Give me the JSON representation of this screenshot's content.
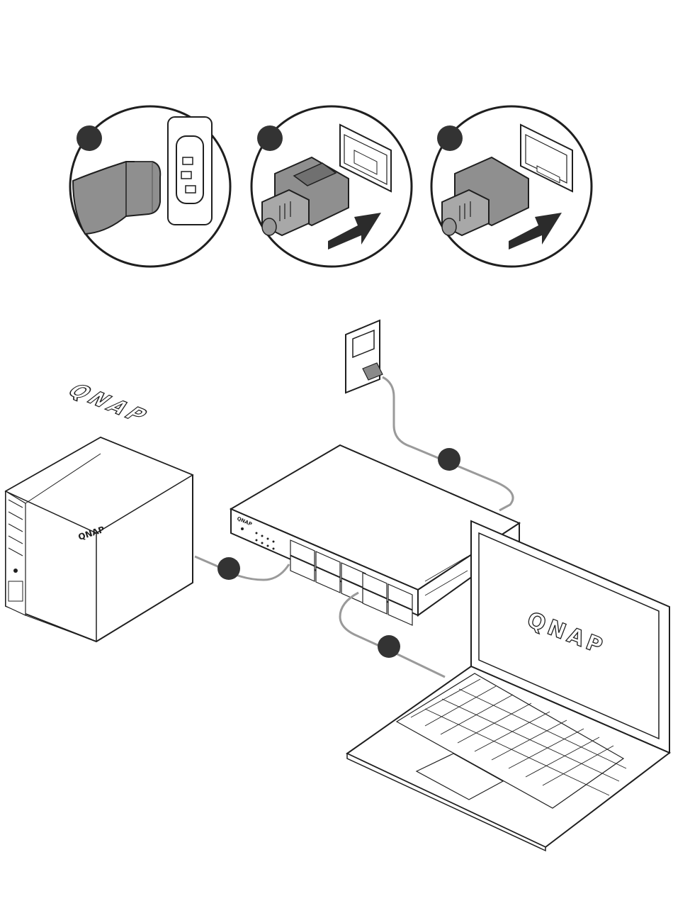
{
  "steps": {
    "power_inlet_marker": "",
    "rj45_marker": "",
    "sfp_marker": ""
  },
  "brand": {
    "switch_logo": "QNAP",
    "nas_logo": "QNAP",
    "laptop_logo": "QNAP"
  },
  "connections": {
    "switch_power_marker": "",
    "nas_marker": "",
    "laptop_marker": ""
  },
  "colors": {
    "line": "#1f1f1f",
    "marker": "#333333",
    "connector_gray": "#8a8a8a",
    "connector_dark": "#4a4a4a",
    "cable": "#9a9a9a"
  }
}
